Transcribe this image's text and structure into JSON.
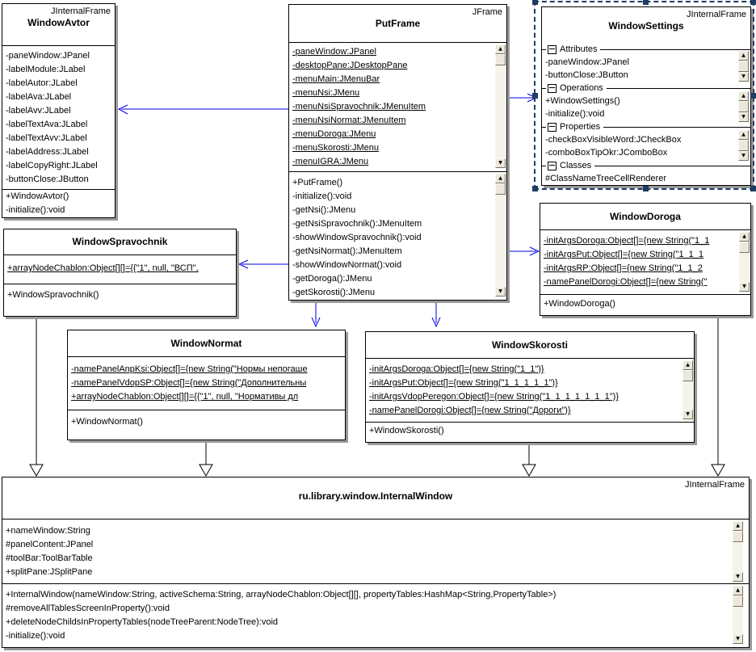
{
  "icons": {
    "scroll_up": "▲",
    "scroll_down": "▼",
    "collapse_minus": "−"
  },
  "colors": {
    "association_arrow": "#0000e0",
    "generalization_line": "#000000",
    "selection": "#1e3c64",
    "box_border": "#000000",
    "box_shadow": "#999999"
  },
  "classes": {
    "windowAvtor": {
      "stereotype": "JInternalFrame",
      "name": "WindowAvtor",
      "attributes": [
        "-paneWindow:JPanel",
        "-labelModule:JLabel",
        "-labelAutor:JLabel",
        "-labelAva:JLabel",
        "-labelAvv:JLabel",
        "-labelTextAva:JLabel",
        "-labelTextAvv:JLabel",
        "-labelAddress:JLabel",
        "-labelCopyRight:JLabel",
        "-buttonClose:JButton"
      ],
      "operations": [
        "+WindowAvtor()",
        "-initialize():void"
      ]
    },
    "putFrame": {
      "stereotype": "JFrame",
      "name": "PutFrame",
      "attributes": [
        "-paneWindow:JPanel",
        "-desktopPane:JDesktopPane",
        "-menuMain:JMenuBar",
        "-menuNsi:JMenu",
        "-menuNsiSpravochnik:JMenuItem",
        "-menuNsiNormat:JMenuItem",
        "-menuDoroga:JMenu",
        "-menuSkorosti:JMenu",
        "-menuIGRA:JMenu"
      ],
      "operations": [
        "+PutFrame()",
        "-initialize():void",
        "-getNsi():JMenu",
        "-getNsiSpravochnik():JMenuItem",
        "-showWindowSpravochnik():void",
        "-getNsiNormat():JMenuItem",
        "-showWindowNormat():void",
        "-getDoroga():JMenu",
        "-getSkorosti():JMenu"
      ]
    },
    "windowSettings": {
      "stereotype": "JInternalFrame",
      "name": "WindowSettings",
      "groups": {
        "attributes_label": "Attributes",
        "operations_label": "Operations",
        "properties_label": "Properties",
        "classes_label": "Classes"
      },
      "attributes": [
        "-paneWindow:JPanel",
        "-buttonClose:JButton"
      ],
      "operations": [
        "+WindowSettings()",
        "-initialize():void"
      ],
      "properties": [
        "-checkBoxVisibleWord:JCheckBox",
        "-comboBoxTipOkr:JComboBox"
      ],
      "classes": [
        "#ClassNameTreeCellRenderer"
      ]
    },
    "windowDoroga": {
      "name": "WindowDoroga",
      "attributes": [
        "-initArgsDoroga:Object[]={new String(\"1_1",
        "-initArgsPut:Object[]={new String(\"1_1_1",
        "-initArgsRP:Object[]={new String(\"1_1_2",
        "-namePanelDorogi:Object[]={new String(\""
      ],
      "operations": [
        "+WindowDoroga()"
      ]
    },
    "windowSpravochnik": {
      "name": "WindowSpravochnik",
      "attributes": [
        "+arrayNodeChablon:Object[][]={{\"1\", null, \"ВСП\","
      ],
      "operations": [
        "+WindowSpravochnik()"
      ]
    },
    "windowNormat": {
      "name": "WindowNormat",
      "attributes": [
        "-namePanelAnpKsi:Object[]={new String(\"Нормы непогаше",
        "-namePanelVdopSP:Object[]={new String(\"Дополнительны",
        "+arrayNodeChablon:Object[][]={{\"1\", null, \"Нормативы дл"
      ],
      "operations": [
        "+WindowNormat()"
      ]
    },
    "windowSkorosti": {
      "name": "WindowSkorosti",
      "attributes": [
        "-initArgsDoroga:Object[]={new String(\"1_1\")}",
        "-initArgsPut:Object[]={new String(\"1_1_1_1_1\")}",
        "-initArgsVdopPeregon:Object[]={new String(\"1_1_1_1_1_1_1\")}",
        "-namePanelDorogi:Object[]={new String(\"Дороги\")}"
      ],
      "operations": [
        "+WindowSkorosti()"
      ]
    },
    "internalWindow": {
      "stereotype": "JInternalFrame",
      "name": "ru.library.window.InternalWindow",
      "attributes": [
        "+nameWindow:String",
        "#panelContent:JPanel",
        "#toolBar:ToolBarTable",
        "+splitPane:JSplitPane"
      ],
      "operations": [
        "+InternalWindow(nameWindow:String, activeSchema:String, arrayNodeChablon:Object[][], propertyTables:HashMap<String,PropertyTable>)",
        "#removeAllTablesScreenInProperty():void",
        "+deleteNodeChildsInPropertyTables(nodeTreeParent:NodeTree):void",
        "-initialize():void"
      ]
    }
  },
  "connectors": [
    {
      "type": "association",
      "from": "PutFrame",
      "to": "WindowAvtor"
    },
    {
      "type": "association",
      "from": "PutFrame",
      "to": "WindowSettings"
    },
    {
      "type": "association",
      "from": "PutFrame",
      "to": "WindowSpravochnik"
    },
    {
      "type": "association",
      "from": "PutFrame",
      "to": "WindowDoroga"
    },
    {
      "type": "association",
      "from": "PutFrame",
      "to": "WindowNormat"
    },
    {
      "type": "association",
      "from": "PutFrame",
      "to": "WindowSkorosti"
    },
    {
      "type": "generalization",
      "from": "WindowSpravochnik",
      "to": "ru.library.window.InternalWindow"
    },
    {
      "type": "generalization",
      "from": "WindowNormat",
      "to": "ru.library.window.InternalWindow"
    },
    {
      "type": "generalization",
      "from": "WindowSkorosti",
      "to": "ru.library.window.InternalWindow"
    },
    {
      "type": "generalization",
      "from": "WindowDoroga",
      "to": "ru.library.window.InternalWindow"
    }
  ]
}
